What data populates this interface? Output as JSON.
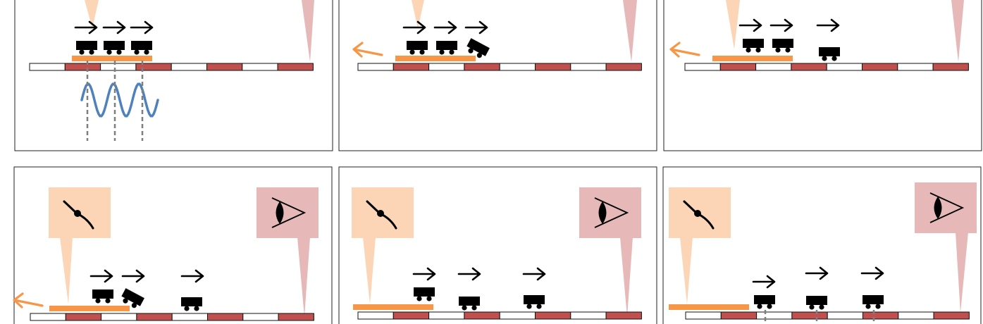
{
  "colors": {
    "background": "#ffffff",
    "panel_border": "#222222",
    "track_red": "#c0504d",
    "track_white": "#ffffff",
    "track_border": "#111111",
    "cart": "#000000",
    "tape": "#f79646",
    "arrow_orange": "#f79646",
    "wave": "#4f81bd",
    "dash": "#7f7f7f",
    "operator_box": "#fbd5b5",
    "observer_box": "#e6b9b8"
  },
  "icons": {
    "operator": "wand-icon",
    "observer": "eye-icon",
    "motion": "right-arrow-icon",
    "retract": "left-arrow-icon",
    "probe": "sine-wave-icon"
  },
  "panels": [
    {
      "id": "panel-1",
      "row": "top",
      "cart_count": 3,
      "tilted_cart": false,
      "has_wave": true,
      "has_retract_arrow": false
    },
    {
      "id": "panel-2",
      "row": "top",
      "cart_count": 3,
      "tilted_cart": true,
      "has_wave": false,
      "has_retract_arrow": true
    },
    {
      "id": "panel-3",
      "row": "top",
      "cart_count": 3,
      "tilted_cart": false,
      "has_wave": false,
      "has_retract_arrow": true
    },
    {
      "id": "panel-4",
      "row": "bottom",
      "cart_count": 3,
      "tilted_cart": true,
      "has_wave": false,
      "has_retract_arrow": true
    },
    {
      "id": "panel-5",
      "row": "bottom",
      "cart_count": 3,
      "tilted_cart": false,
      "has_wave": false,
      "has_retract_arrow": false
    },
    {
      "id": "panel-6",
      "row": "bottom",
      "cart_count": 3,
      "tilted_cart": false,
      "has_wave": false,
      "has_retract_arrow": false
    }
  ]
}
